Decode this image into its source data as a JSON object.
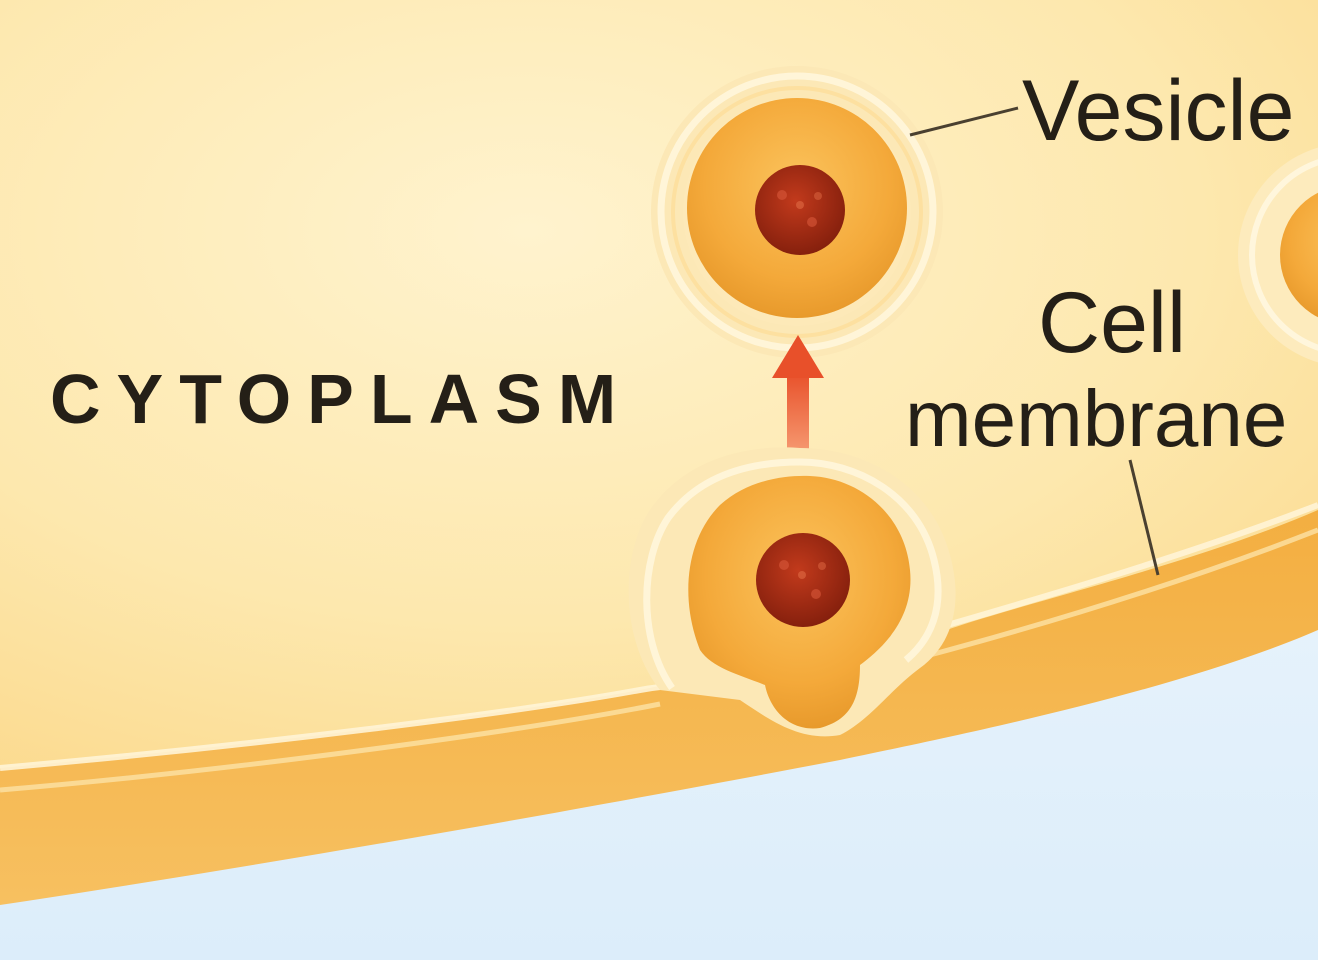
{
  "labels": {
    "cytoplasm": "CYTOPLASM",
    "vesicle": "Vesicle",
    "cell_membrane_line1": "Cell",
    "cell_membrane_line2": "membrane"
  },
  "colors": {
    "cytoplasm": "#fde7ac",
    "membrane": "#f4b247",
    "vesicle_fill": "#f5ac3e",
    "cargo": "#9d2410",
    "arrow": "#ea5a2e",
    "extracellular": "#e3f1fb",
    "label_text": "#241f17"
  }
}
